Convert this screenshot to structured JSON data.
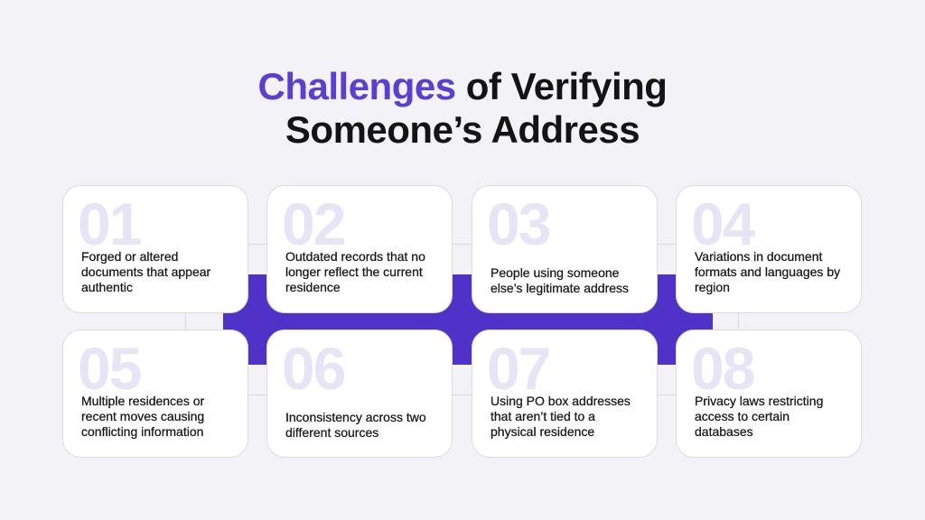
{
  "title": {
    "accent": "Challenges",
    "line1_rest": " of Verifying",
    "line2": "Someone’s Address"
  },
  "colors": {
    "accent": "#5b3fd4",
    "band": "#5132c9",
    "background": "#f3f2f6",
    "card": "#ffffff"
  },
  "cards": [
    {
      "number": "01",
      "text": "Forged or altered documents that appear authentic"
    },
    {
      "number": "02",
      "text": "Outdated records that no longer reflect the current residence"
    },
    {
      "number": "03",
      "text": "People using someone else’s legitimate address"
    },
    {
      "number": "04",
      "text": "Variations in document formats and languages by region"
    },
    {
      "number": "05",
      "text": "Multiple residences or recent moves causing conflicting information"
    },
    {
      "number": "06",
      "text": "Inconsistency across two different sources"
    },
    {
      "number": "07",
      "text": "Using PO box addresses that aren’t tied to a physical residence"
    },
    {
      "number": "08",
      "text": "Privacy laws restricting access to certain databases"
    }
  ]
}
